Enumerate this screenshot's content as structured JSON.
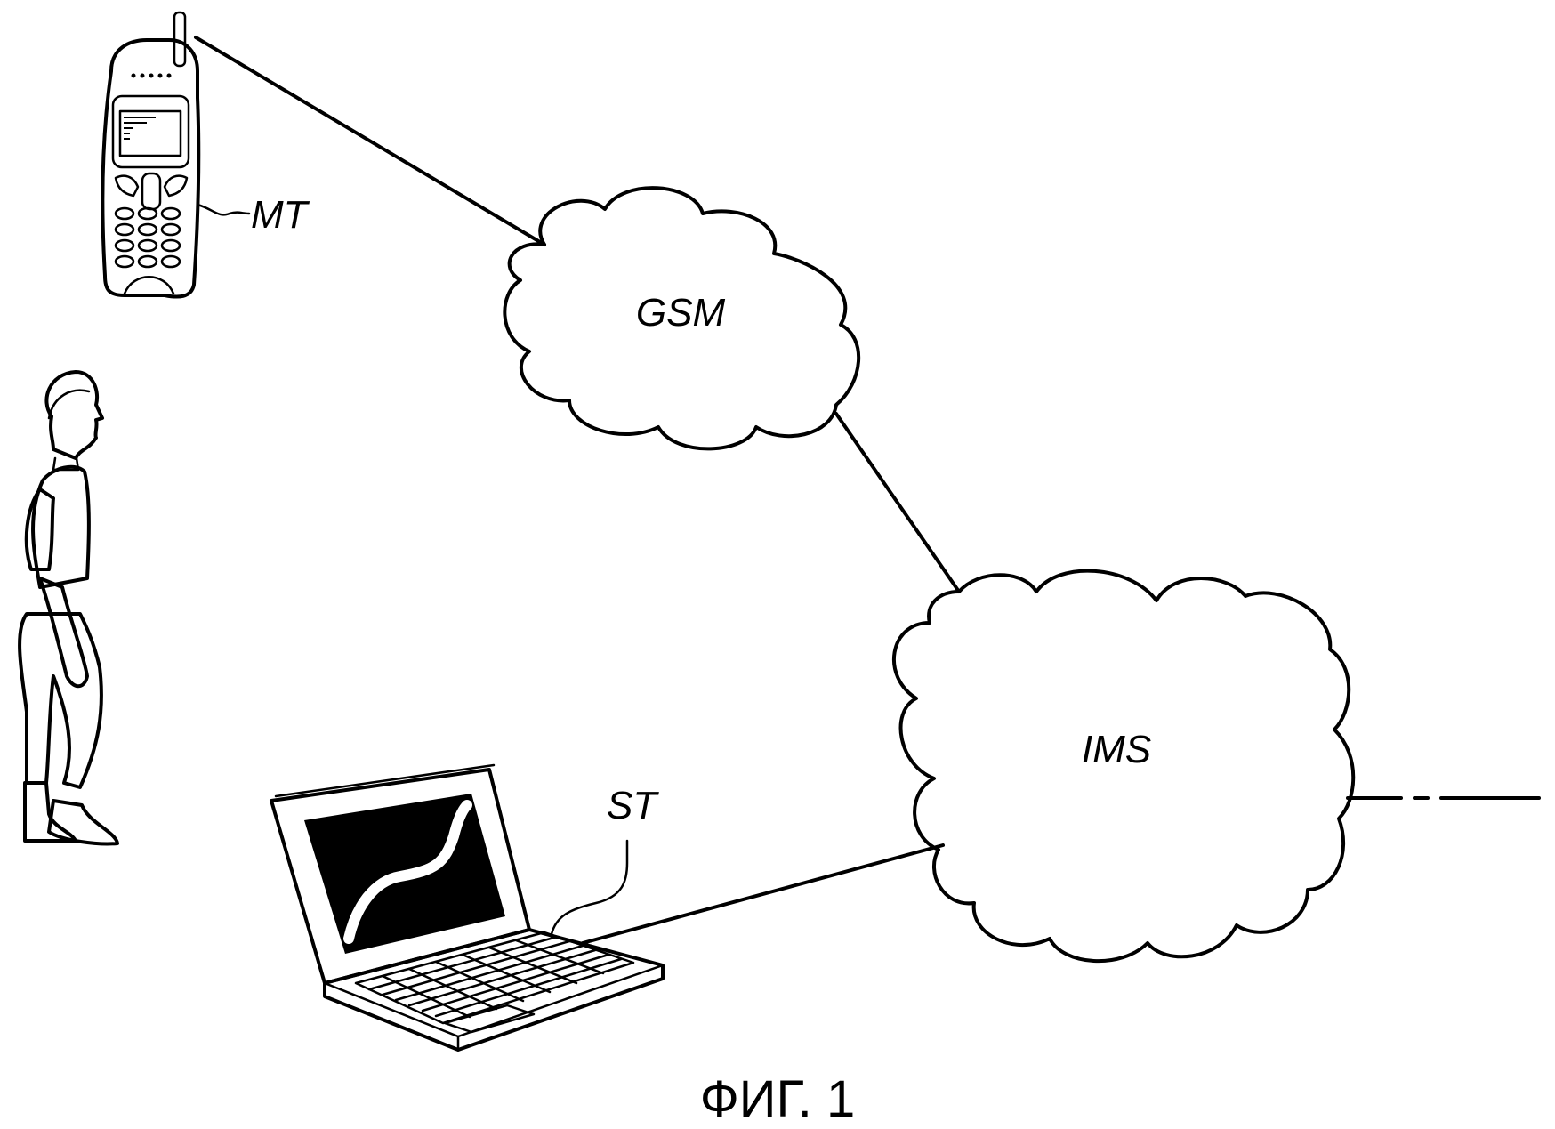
{
  "diagram": {
    "nodes": {
      "gsm": {
        "label": "GSM"
      },
      "ims": {
        "label": "IMS"
      },
      "mobile_terminal": {
        "label": "MT"
      },
      "stationary_terminal": {
        "label": "ST"
      }
    },
    "caption": "ФИГ. 1"
  }
}
